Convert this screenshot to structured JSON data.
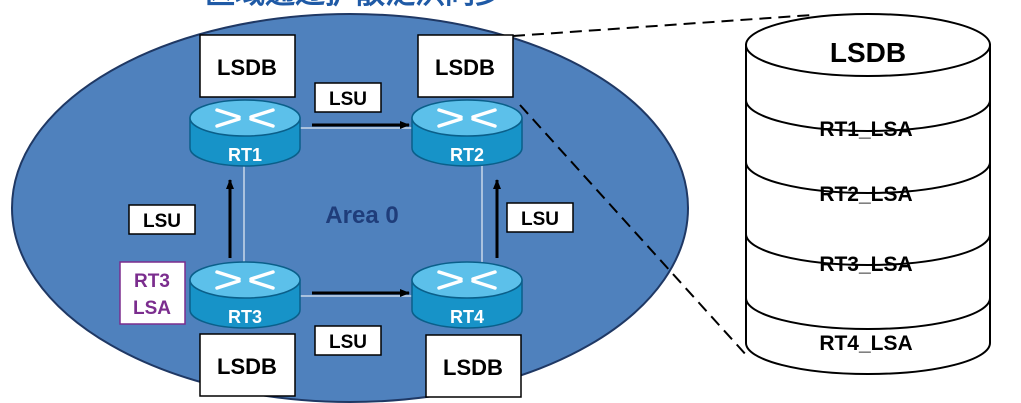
{
  "title_fragment": "区域通过扩散泛洪同步",
  "area_label": "Area 0",
  "routers": [
    {
      "id": "rt1",
      "label": "RT1"
    },
    {
      "id": "rt2",
      "label": "RT2"
    },
    {
      "id": "rt3",
      "label": "RT3"
    },
    {
      "id": "rt4",
      "label": "RT4"
    }
  ],
  "lsdb_label": "LSDB",
  "lsu_label": "LSU",
  "origin_lsa": {
    "line1": "RT3",
    "line2": "LSA"
  },
  "database": {
    "title": "LSDB",
    "entries": [
      "RT1_LSA",
      "RT2_LSA",
      "RT3_LSA",
      "RT4_LSA"
    ]
  },
  "colors": {
    "area_fill": "#4f81bd",
    "area_stroke": "#1f3864",
    "area_text": "#1f3d7a",
    "router_body": "#1793c8",
    "router_top": "#5cc0ea",
    "origin_lsa": "#7b2d8e"
  }
}
